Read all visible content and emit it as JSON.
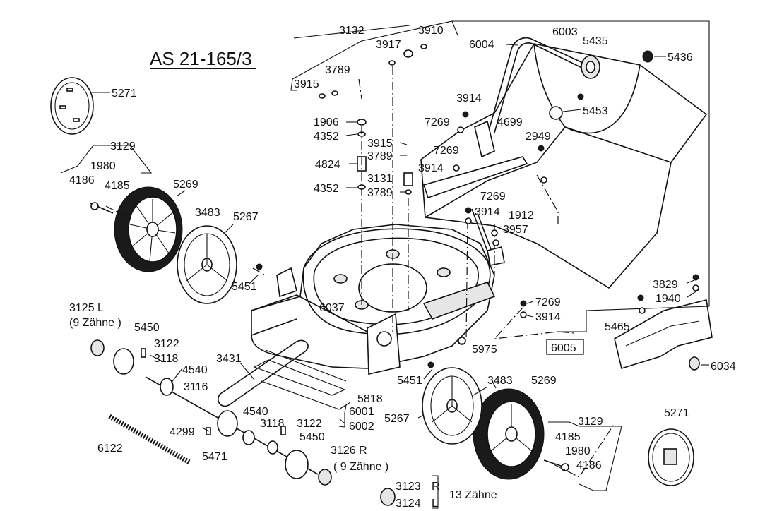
{
  "title": "AS 21-165/3",
  "labels": {
    "p3132": "3132",
    "p3910": "3910",
    "p3917": "3917",
    "p6004": "6004",
    "p6003": "6003",
    "p5435": "5435",
    "p5436": "5436",
    "p3789a": "3789",
    "p3915a": "3915",
    "p5271a": "5271",
    "p3914a": "3914",
    "p5453": "5453",
    "p1906": "1906",
    "p7269a": "7269",
    "p4699": "4699",
    "p4352a": "4352",
    "p2949": "2949",
    "p3915b": "3915",
    "p7269b": "7269",
    "p3789b": "3789",
    "p4824": "4824",
    "p3914b": "3914",
    "p3129a": "3129",
    "p1980a": "1980",
    "p4186a": "4186",
    "p4185a": "4185",
    "p3131": "3131",
    "p4352b": "4352",
    "p3789c": "3789",
    "p5269a": "5269",
    "p7269c": "7269",
    "p3914c": "3914",
    "p1912": "1912",
    "p3483a": "3483",
    "p5267a": "5267",
    "p3957": "3957",
    "p5451a": "5451",
    "p3829": "3829",
    "p1940": "1940",
    "p6037": "6037",
    "p7269d": "7269",
    "p3914d": "3914",
    "p3125": "3125 L",
    "p9z_a": "(9 Zähne )",
    "p5450a": "5450",
    "p5465": "5465",
    "p3122a": "3122",
    "p3118a": "3118",
    "p5975": "5975",
    "p6005": "6005",
    "p3431": "3431",
    "p4540a": "4540",
    "p6034": "6034",
    "p3116": "3116",
    "p5451b": "5451",
    "p3483b": "3483",
    "p5269b": "5269",
    "p5818": "5818",
    "p6001": "6001",
    "p5267b": "5267",
    "p4540b": "4540",
    "p6002": "6002",
    "p3118b": "3118",
    "p3122b": "3122",
    "p3129b": "3129",
    "p5271b": "5271",
    "p4299": "4299",
    "p6122": "6122",
    "p5450b": "5450",
    "p4185b": "4185",
    "p5471": "5471",
    "p3126": "3126 R",
    "p1980b": "1980",
    "p4186b": "4186",
    "p9z_b": "( 9 Zähne )",
    "p3123": "3123",
    "pR": "R",
    "p3124": "3124",
    "pL": "L",
    "p13z": "13 Zähne"
  }
}
